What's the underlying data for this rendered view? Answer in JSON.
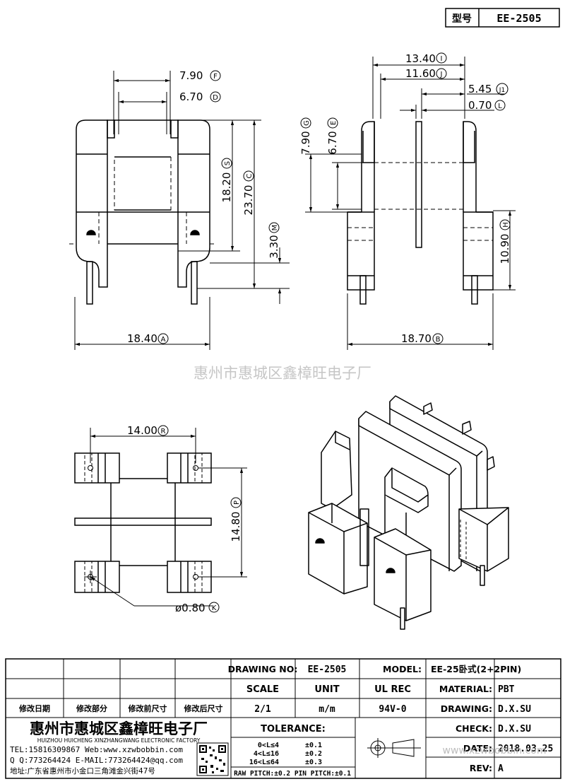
{
  "header": {
    "type_label": "型号",
    "type_value": "EE-2505"
  },
  "dims": {
    "F": "7.90",
    "F_circ": "F",
    "D": "6.70",
    "D_circ": "D",
    "S": "18.20",
    "S_circ": "S",
    "C": "23.70",
    "C_circ": "C",
    "M": "3.30",
    "M_circ": "M",
    "A": "18.40",
    "A_circ": "A",
    "I": "13.40",
    "I_circ": "I",
    "J": "11.60",
    "J_circ": "J",
    "J1": "5.45",
    "J1_circ": "J1",
    "L": "0.70",
    "L_circ": "L",
    "G": "7.90",
    "G_circ": "G",
    "E": "6.70",
    "E_circ": "E",
    "H": "10.90",
    "H_circ": "H",
    "B": "18.70",
    "B_circ": "B",
    "R": "14.00",
    "R_circ": "R",
    "P": "14.80",
    "P_circ": "P",
    "K": "ø0.80",
    "K_circ": "K"
  },
  "watermark": "惠州市惠城区鑫樟旺电子厂",
  "title_block": {
    "drawing_no_label": "DRAWING NO:",
    "drawing_no": "EE-2505",
    "model_label": "MODEL:",
    "model": "EE-25卧式(2+2PIN)",
    "scale_label": "SCALE",
    "unit_label": "UNIT",
    "ul_rec_label": "UL REC",
    "material_label": "MATERIAL:",
    "material": "PBT",
    "scale": "2/1",
    "unit": "m/m",
    "ul_rec": "94V-0",
    "drawing_label": "DRAWING:",
    "drawing": "D.X.SU",
    "check_label": "CHECK:",
    "check": "D.X.SU",
    "date_label": "DATE:",
    "date": "2018.03.25",
    "rev_label": "REV:",
    "rev": "A",
    "rev_cols": [
      "修改日期",
      "修改部分",
      "修改前尺寸",
      "修改后尺寸"
    ],
    "tolerance_label": "TOLERANCE:",
    "tol_rows": [
      {
        "range": "0<L≤4",
        "tol": "±0.1"
      },
      {
        "range": "4<L≤16",
        "tol": "±0.2"
      },
      {
        "range": "16<L≤64",
        "tol": "±0.3"
      }
    ],
    "pitch_note": "RAW PITCH:±0.2 PIN PITCH:±0.1",
    "company_cn": "惠州市惠城区鑫樟旺电子厂",
    "company_en": "HUIZHOU HUICHENG XINZHANGWANG ELECTRONIC FACTORY",
    "contact1": "TEL:15816309867 Web:www.xzwbobbin.com",
    "contact2": "Q Q:773264424 E-MAIL:773264424@qq.com",
    "address": "地址:广东省惠州市小金口三角滩金兴街47号",
    "website_watermark": "www.xzwbobbin.com"
  }
}
